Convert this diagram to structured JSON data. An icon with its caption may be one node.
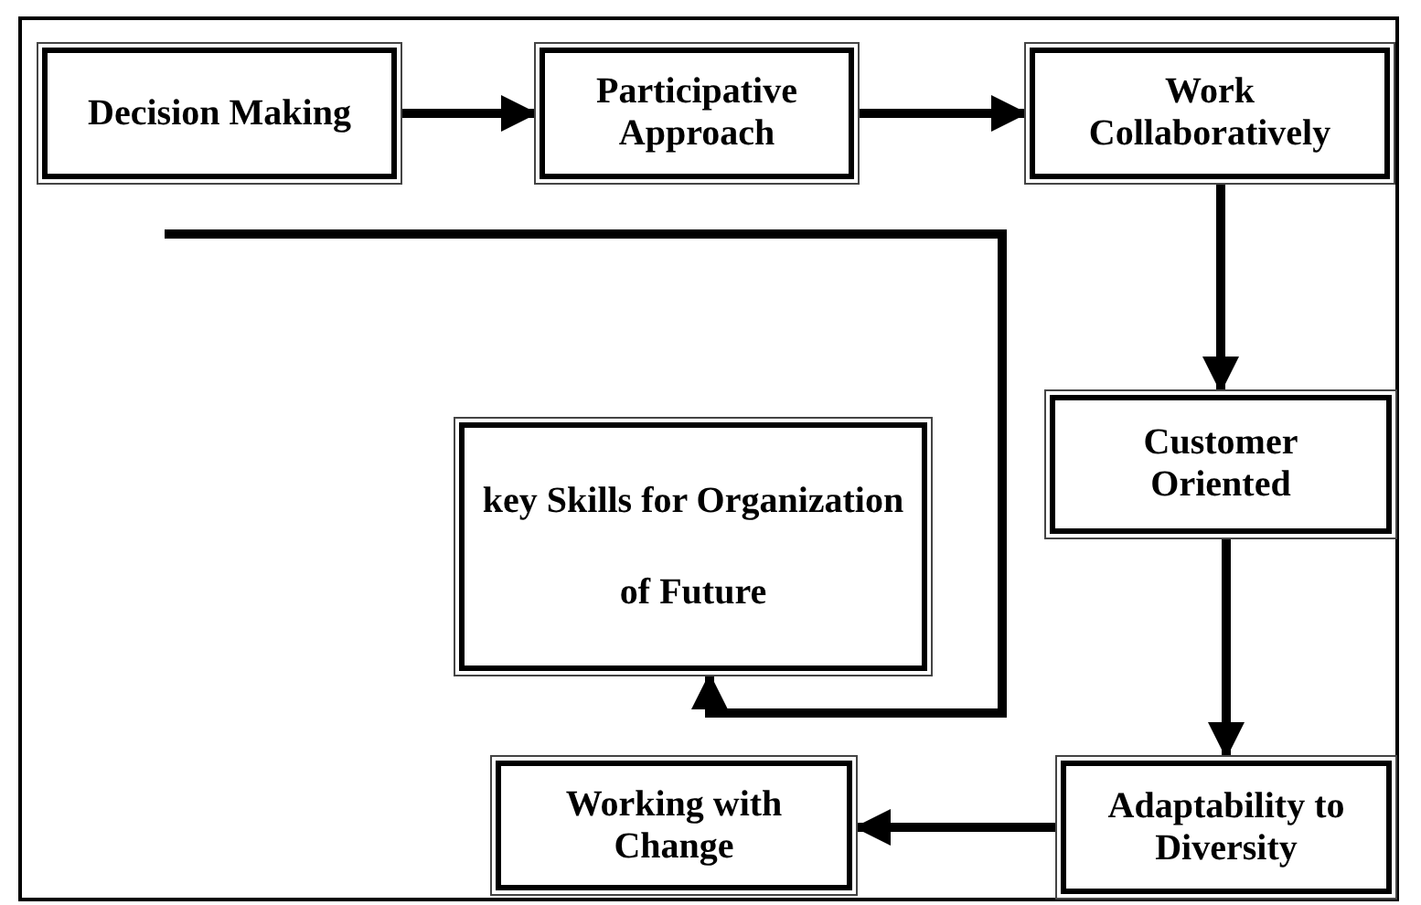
{
  "diagram": {
    "nodes": [
      {
        "text": [
          "Decision Making"
        ]
      },
      {
        "text": [
          "Participative Approach"
        ]
      },
      {
        "text": [
          "Work Collaboratively"
        ]
      },
      {
        "text": [
          "key Skills for Organization of Future"
        ]
      },
      {
        "text": [
          "Customer Oriented"
        ]
      },
      {
        "text": [
          "Adaptability to Diversity"
        ]
      },
      {
        "text": [
          "Working with Change"
        ]
      }
    ],
    "edges": [
      {
        "from": 0,
        "to": 1,
        "arrow": "to"
      },
      {
        "from": 1,
        "to": 2,
        "arrow": "to"
      },
      {
        "from": 2,
        "to": 4,
        "arrow": "to"
      },
      {
        "from": 4,
        "to": 5,
        "arrow": "to"
      },
      {
        "from": 5,
        "to": 6,
        "arrow": "to"
      },
      {
        "from": null,
        "to": 3,
        "arrow": "to"
      }
    ]
  }
}
